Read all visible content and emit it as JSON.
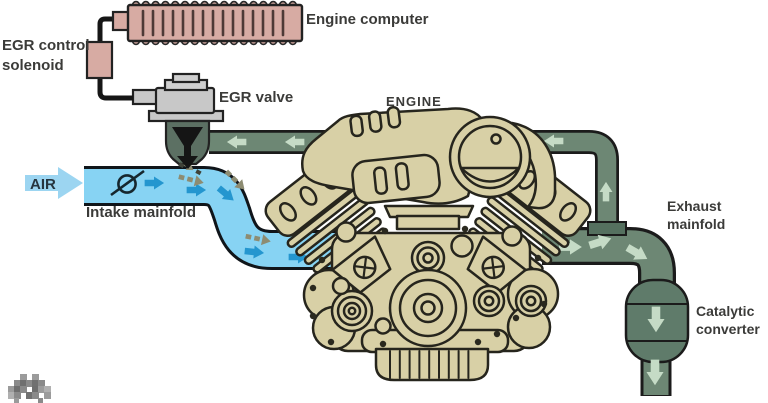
{
  "labels": {
    "engine_computer": "Engine computer",
    "egr_control_solenoid": "EGR control\nsolenoid",
    "egr_valve": "EGR valve",
    "engine": "ENGINE",
    "air": "AIR",
    "intake_manifold": "Intake mainfold",
    "exhaust_manifold": "Exhaust\nmainfold",
    "catalytic_converter": "Catalytic\nconverter"
  },
  "palette": {
    "computer_pink": "#d7aba3",
    "valve_gray": "#c8c8c8",
    "pipe_green": "#6d8774",
    "converter_green": "#5f7b6a",
    "flow_arrow_mint": "#c5dbc6",
    "intake_blue": "#87d3f3",
    "air_arrow_blue": "#9cd5f1",
    "flow_arrow_blue": "#2496cf",
    "egr_gas_olive": "#8d8c72",
    "engine_tan": "#d8d0a6",
    "outline_dark": "#1b1b1b",
    "label_text": "#3b3b39"
  }
}
